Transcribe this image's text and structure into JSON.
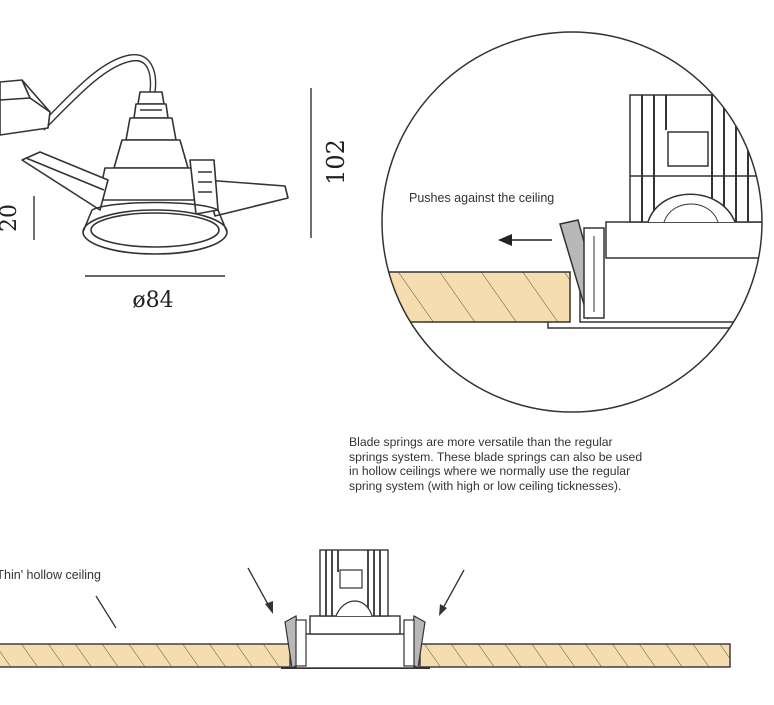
{
  "dimensions": {
    "height": "102",
    "diameter": "ø84",
    "depth": "20"
  },
  "callout": {
    "pushes_label": "Pushes against the ceiling"
  },
  "description": {
    "lines": [
      "Blade springs are more versatile than the regular",
      "springs system. These blade springs can also be used",
      "in hollow ceilings where we normally use the regular",
      "spring system (with high or low ceiling ticknesses)."
    ]
  },
  "section": {
    "ceiling_label": "'Thin' hollow ceiling"
  },
  "colors": {
    "ceiling_fill": "#f6ddb0",
    "line": "#333333",
    "blade_fill": "#b8b8b8"
  }
}
